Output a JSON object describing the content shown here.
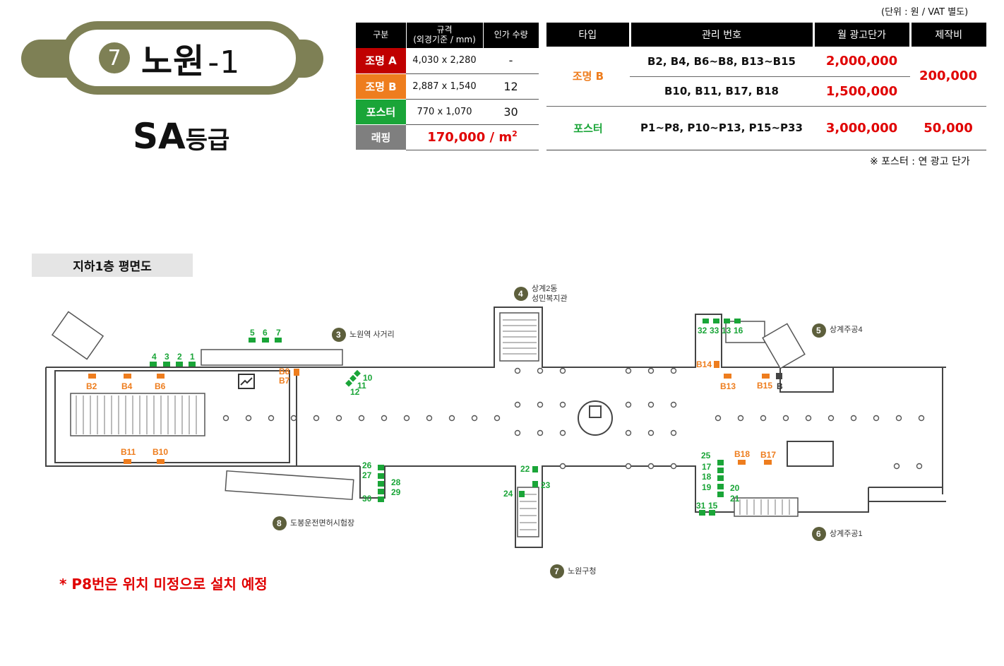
{
  "station": {
    "number": "7",
    "name": "노원",
    "suffix": "-1",
    "grade_main": "SA",
    "grade_sub": "등급"
  },
  "left_table": {
    "headers": [
      "구분",
      "규격",
      "(외경기준 / mm)",
      "인가 수량"
    ],
    "rows": [
      {
        "category": "조명 A",
        "spec": "4,030 x 2,280",
        "qty": "-"
      },
      {
        "category": "조명 B",
        "spec": "2,887 x 1,540",
        "qty": "12"
      },
      {
        "category": "포스터",
        "spec": "770 x 1,070",
        "qty": "30"
      }
    ],
    "wrapping": {
      "category": "래핑",
      "price": "170,000 / m",
      "price_sup": "2"
    }
  },
  "unit_note": "(단위 : 원 / VAT 별도)",
  "right_table": {
    "headers": [
      "타입",
      "관리 번호",
      "월 광고단가",
      "제작비"
    ],
    "light_b": {
      "type": "조명 B",
      "ids_1": "B2, B4, B6~B8, B13~B15",
      "price_1": "2,000,000",
      "ids_2": "B10, B11, B17, B18",
      "price_2": "1,500,000",
      "production": "200,000"
    },
    "poster": {
      "type": "포스터",
      "ids": "P1~P8, P10~P13, P15~P33",
      "price": "3,000,000",
      "production": "50,000"
    }
  },
  "poster_note": "※ 포스터 : 연 광고 단가",
  "map": {
    "label": "지하1층 평면도",
    "exits": [
      {
        "num": "3",
        "name": "노원역 사거리"
      },
      {
        "num": "4",
        "name": "상계2동",
        "name2": "성민복지관"
      },
      {
        "num": "5",
        "name": "상계주공4"
      },
      {
        "num": "6",
        "name": "상계주공1"
      },
      {
        "num": "7",
        "name": "노원구청"
      },
      {
        "num": "8",
        "name": "도봉운전면허시험장"
      }
    ],
    "b_labels": [
      "B2",
      "B4",
      "B6",
      "B8",
      "B7",
      "B11",
      "B10",
      "B14",
      "B13",
      "B15",
      "B",
      "B18",
      "B17"
    ],
    "p_labels": [
      "5",
      "6",
      "7",
      "4",
      "3",
      "2",
      "1",
      "10",
      "11",
      "12",
      "32",
      "33",
      "13",
      "16",
      "26",
      "27",
      "28",
      "29",
      "30",
      "22",
      "23",
      "24",
      "25",
      "17",
      "18",
      "19",
      "20",
      "21",
      "31",
      "15"
    ]
  },
  "footnote": "* P8번은 위치 미정으로 설치 예정",
  "colors": {
    "olive": "#7e8055",
    "orange": "#ee7d1e",
    "green": "#1aa538",
    "red": "#e00000"
  }
}
